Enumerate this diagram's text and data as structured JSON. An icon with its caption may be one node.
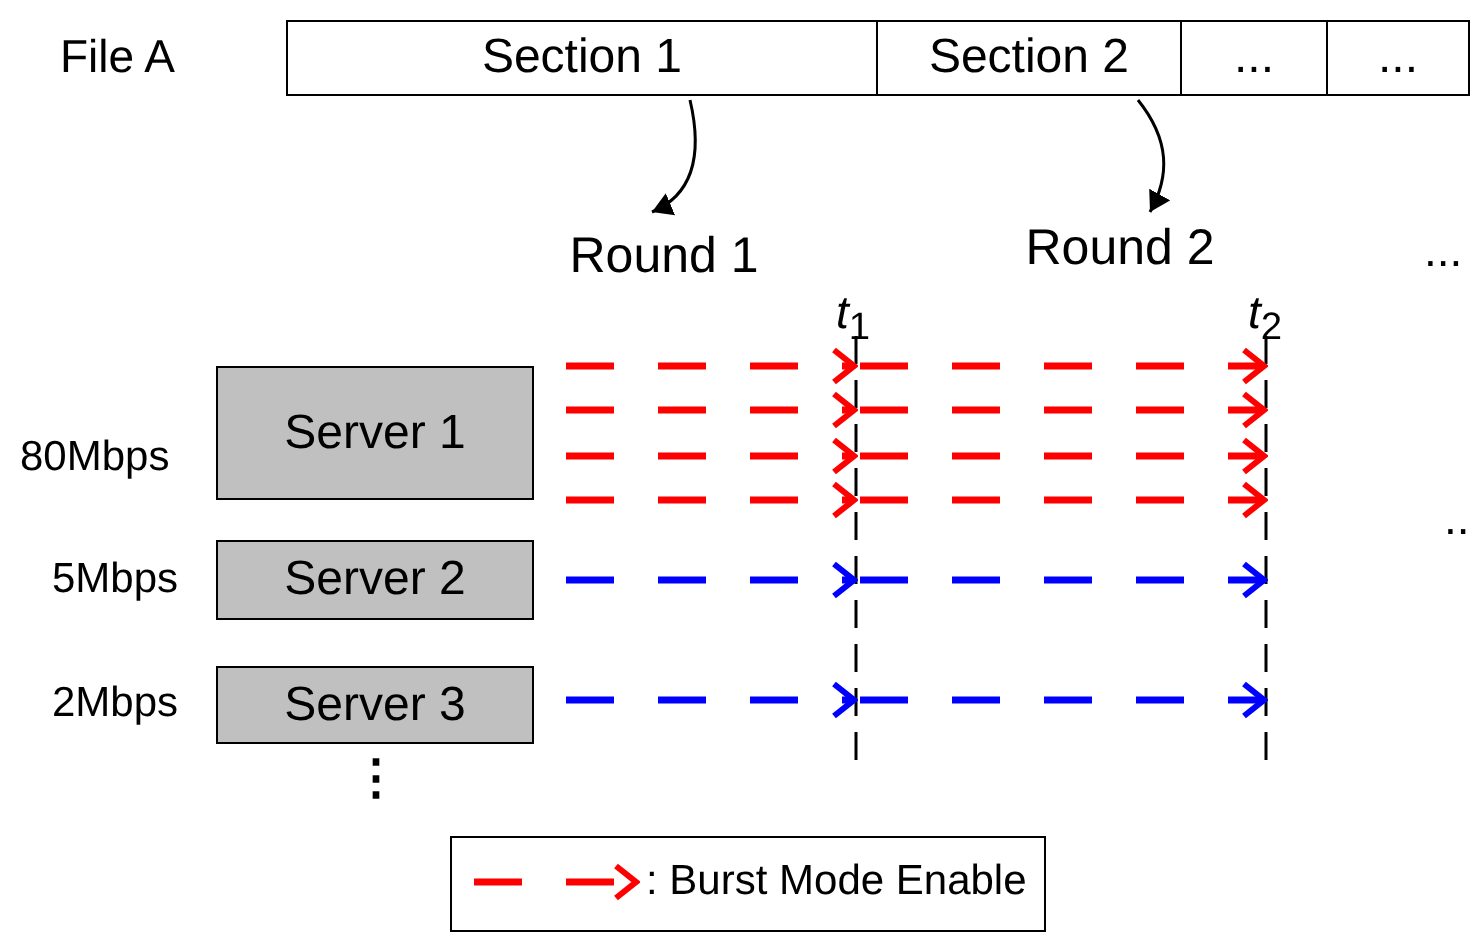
{
  "diagram": {
    "nodes": [
      {
        "text": [
          "Section 1"
        ]
      },
      {
        "text": [
          "Section 2"
        ]
      },
      {
        "text": [
          "..."
        ]
      },
      {
        "text": [
          "..."
        ]
      },
      {
        "text": [
          "Round 1"
        ]
      },
      {
        "text": [
          "Round 2"
        ]
      },
      {
        "text": [
          "Server 1"
        ],
        "beside": [
          "80Mbps"
        ]
      },
      {
        "text": [
          "Server 2"
        ],
        "beside": [
          "5Mbps"
        ]
      },
      {
        "text": [
          "Server 3"
        ],
        "beside": [
          "2Mbps"
        ]
      }
    ],
    "edges": [
      {
        "from": 0,
        "to": 4,
        "arrow": "to"
      },
      {
        "from": 1,
        "to": 5,
        "arrow": "to"
      }
    ],
    "labels": [
      "File A",
      "*t*$_{1}$",
      "*t*$_{2}$",
      "...",
      "..",
      "⋮"
    ],
    "legend": [
      {
        "text": ": Burst Mode Enable"
      }
    ]
  }
}
